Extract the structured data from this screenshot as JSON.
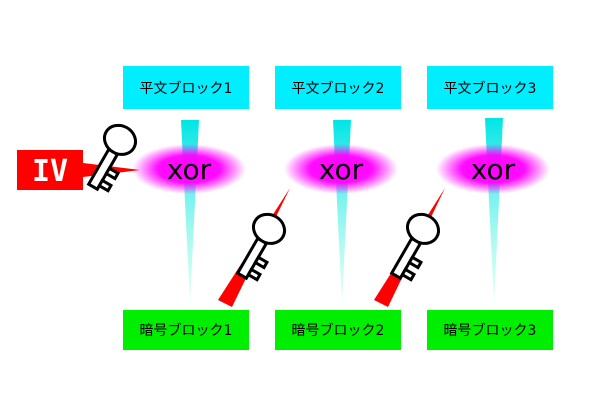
{
  "iv_label": "IV",
  "xor_label": "xor",
  "plaintext_blocks": [
    "平文ブロック1",
    "平文ブロック2",
    "平文ブロック3"
  ],
  "ciphertext_blocks": [
    "暗号ブロック1",
    "暗号ブロック2",
    "暗号ブロック3"
  ],
  "colors": {
    "plaintext_fill": "#00eeff",
    "ciphertext_fill": "#00ee00",
    "iv_fill": "#ff0000",
    "xor_glow": "#ff00ff",
    "beam": "#55eedd",
    "arrow": "#ff0000"
  },
  "icons": [
    "key-icon"
  ]
}
